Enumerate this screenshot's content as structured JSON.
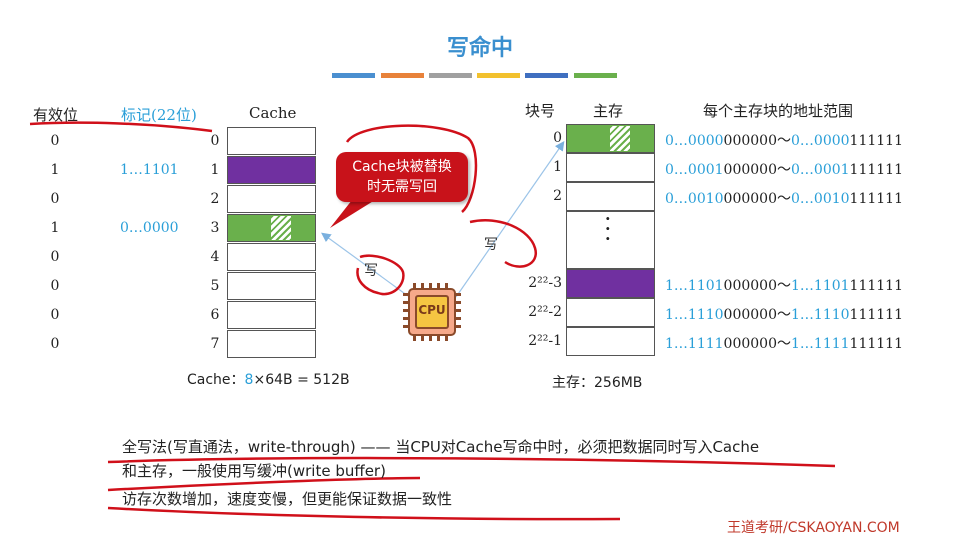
{
  "title": "写命中",
  "stripe_colors": [
    "#4a8fd0",
    "#e8823a",
    "#a0a0a0",
    "#f2c12e",
    "#3f6fc0",
    "#6ab04c"
  ],
  "cache": {
    "headers": {
      "valid": "有效位",
      "tag": "标记(22位)",
      "name": "Cache"
    },
    "rows": [
      {
        "valid": "0",
        "tag": "",
        "index": "0",
        "color": "#ffffff"
      },
      {
        "valid": "1",
        "tag": "1…1101",
        "index": "1",
        "color": "#7030a0"
      },
      {
        "valid": "0",
        "tag": "",
        "index": "2",
        "color": "#ffffff"
      },
      {
        "valid": "1",
        "tag": "0…0000",
        "index": "3",
        "color": "#6ab04c"
      },
      {
        "valid": "0",
        "tag": "",
        "index": "4",
        "color": "#ffffff"
      },
      {
        "valid": "0",
        "tag": "",
        "index": "5",
        "color": "#ffffff"
      },
      {
        "valid": "0",
        "tag": "",
        "index": "6",
        "color": "#ffffff"
      },
      {
        "valid": "0",
        "tag": "",
        "index": "7",
        "color": "#ffffff"
      }
    ],
    "caption_prefix": "Cache：",
    "caption_num": "8",
    "caption_rest": "×64B = 512B"
  },
  "callout": {
    "line1": "Cache块被替换",
    "line2": "时无需写回"
  },
  "write_labels": {
    "left": "写",
    "right": "写"
  },
  "cpu_label": "CPU",
  "memory": {
    "headers": {
      "block": "块号",
      "name": "主存",
      "range": "每个主存块的地址范围"
    },
    "rows": [
      {
        "block": "0",
        "color": "#6ab04c",
        "start_hi": "0…0000",
        "start_lo": "000000",
        "sep": "～",
        "end_hi": "0…0000",
        "end_lo": "111111"
      },
      {
        "block": "1",
        "color": "#ffffff",
        "start_hi": "0…0001",
        "start_lo": "000000",
        "sep": "～",
        "end_hi": "0…0001",
        "end_lo": "111111"
      },
      {
        "block": "2",
        "color": "#ffffff",
        "start_hi": "0…0010",
        "start_lo": "000000",
        "sep": "～",
        "end_hi": "0…0010",
        "end_lo": "111111"
      },
      {
        "block": "",
        "color": "#ffffff",
        "start_hi": "",
        "start_lo": "",
        "sep": "",
        "end_hi": "",
        "end_lo": ""
      },
      {
        "block": "2²²-3",
        "color": "#7030a0",
        "start_hi": "1…1101",
        "start_lo": "000000",
        "sep": "～",
        "end_hi": "1…1101",
        "end_lo": "111111"
      },
      {
        "block": "2²²-2",
        "color": "#ffffff",
        "start_hi": "1…1110",
        "start_lo": "000000",
        "sep": "～",
        "end_hi": "1…1110",
        "end_lo": "111111"
      },
      {
        "block": "2²²-1",
        "color": "#ffffff",
        "start_hi": "1…1111",
        "start_lo": "000000",
        "sep": "～",
        "end_hi": "1…1111",
        "end_lo": "111111"
      }
    ],
    "dots": "·\n·\n·",
    "caption": "主存：256MB"
  },
  "text": {
    "line1_a": "全写法(写直通法，write-through) —— ",
    "line1_b": "当CPU对Cache写命中时，必须把数据同时写入Cache",
    "line2": "和主存，一般使用写缓冲(write buffer)",
    "line3": "访存次数增加，速度变慢，但更能保证数据一致性"
  },
  "footer": "王道考研/CSKAOYAN.COM"
}
